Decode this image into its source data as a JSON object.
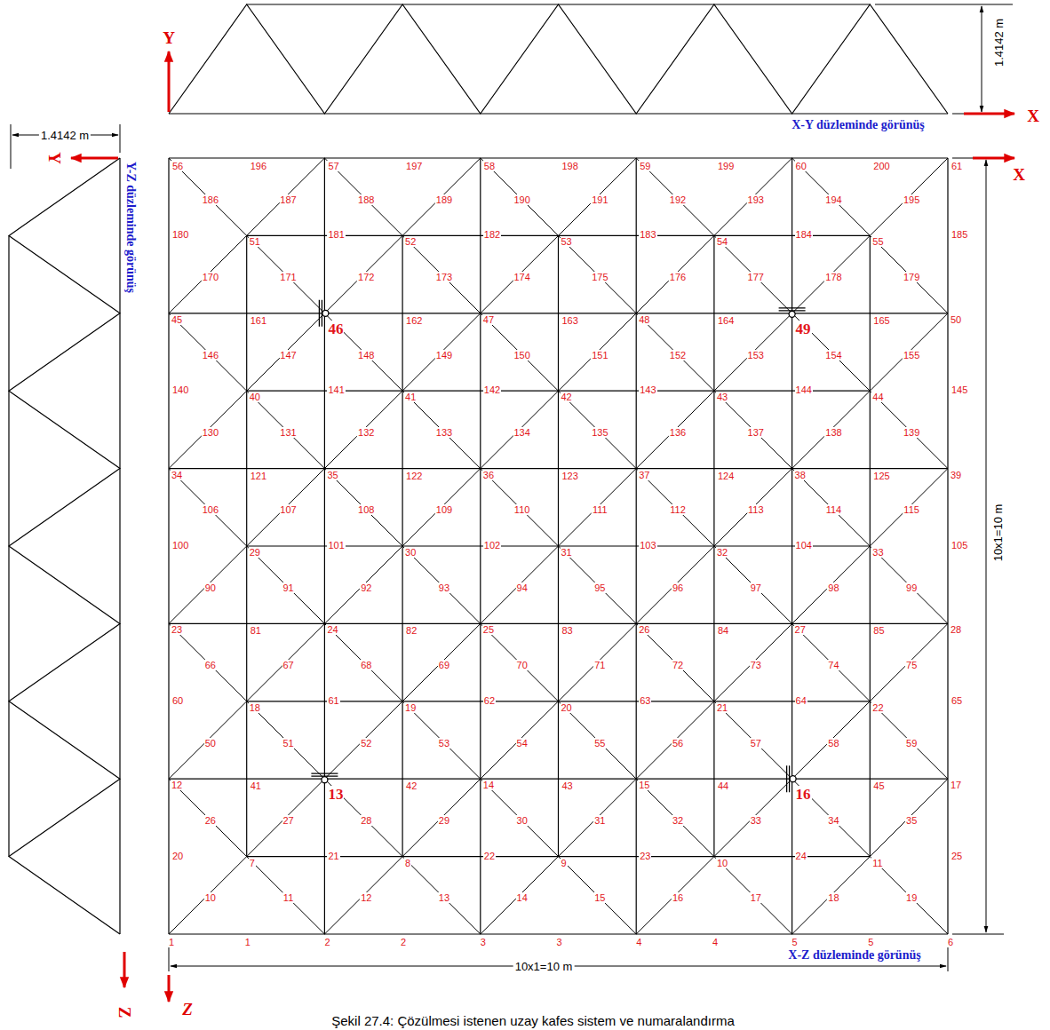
{
  "diagram": {
    "caption": "Şekil 27.4: Çözülmesi istenen uzay kafes sistem ve numaralandırma",
    "labels": [
      "Y",
      "X",
      "1.4142 m",
      "X-Y düzleminde görünüş",
      "1.4142 m",
      "Y",
      "Y-Z düzleminde görünüş",
      "Z",
      "X",
      "10x1=10 m",
      "10x1=10 m",
      "X-Z düzleminde görünüş",
      "Z",
      "1",
      "2",
      "3",
      "4",
      "5",
      "6",
      "7",
      "8",
      "9",
      "10",
      "11",
      "12",
      "13",
      "14",
      "15",
      "16",
      "17",
      "18",
      "19",
      "20",
      "21",
      "22",
      "23",
      "24",
      "25",
      "26",
      "27",
      "28",
      "29",
      "30",
      "31",
      "32",
      "33",
      "34",
      "35",
      "36",
      "37",
      "38",
      "39",
      "40",
      "41",
      "42",
      "43",
      "44",
      "45",
      "46",
      "47",
      "48",
      "49",
      "50",
      "51",
      "52",
      "53",
      "54",
      "55",
      "56",
      "57",
      "58",
      "59",
      "60",
      "61",
      "1",
      "2",
      "3",
      "4",
      "5",
      "10",
      "11",
      "12",
      "13",
      "14",
      "15",
      "16",
      "17",
      "18",
      "19",
      "20",
      "21",
      "22",
      "23",
      "24",
      "25",
      "26",
      "27",
      "28",
      "29",
      "30",
      "31",
      "32",
      "33",
      "34",
      "35",
      "41",
      "42",
      "43",
      "44",
      "45",
      "50",
      "51",
      "52",
      "53",
      "54",
      "55",
      "56",
      "57",
      "58",
      "59",
      "60",
      "61",
      "62",
      "63",
      "64",
      "65",
      "66",
      "67",
      "68",
      "69",
      "70",
      "71",
      "72",
      "73",
      "74",
      "75",
      "81",
      "82",
      "83",
      "84",
      "85",
      "90",
      "91",
      "92",
      "93",
      "94",
      "95",
      "96",
      "97",
      "98",
      "99",
      "100",
      "101",
      "102",
      "103",
      "104",
      "105",
      "106",
      "107",
      "108",
      "109",
      "110",
      "111",
      "112",
      "113",
      "114",
      "115",
      "121",
      "122",
      "123",
      "124",
      "125",
      "130",
      "131",
      "132",
      "133",
      "134",
      "135",
      "136",
      "137",
      "138",
      "139",
      "140",
      "141",
      "142",
      "143",
      "144",
      "145",
      "146",
      "147",
      "148",
      "149",
      "150",
      "151",
      "152",
      "153",
      "154",
      "155",
      "161",
      "162",
      "163",
      "164",
      "165",
      "170",
      "171",
      "172",
      "173",
      "174",
      "175",
      "176",
      "177",
      "178",
      "179",
      "180",
      "181",
      "182",
      "183",
      "184",
      "185",
      "186",
      "187",
      "188",
      "189",
      "190",
      "191",
      "192",
      "193",
      "194",
      "195",
      "196",
      "197",
      "198",
      "199",
      "200"
    ]
  }
}
